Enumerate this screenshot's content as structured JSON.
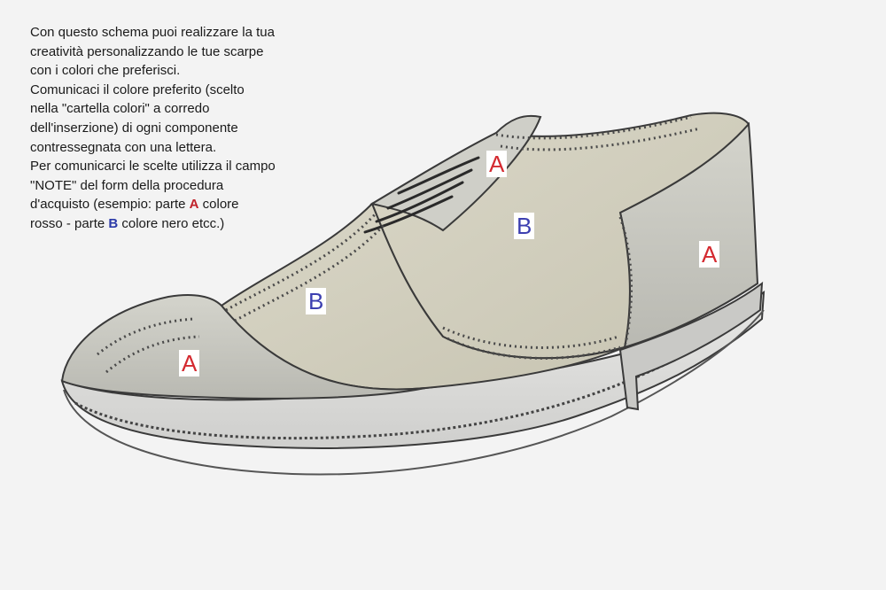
{
  "instructions": {
    "lines": [
      "Con questo schema puoi realizzare la tua",
      "creatività personalizzando le tue scarpe",
      "con i colori che preferisci.",
      "Comunicaci il colore preferito (scelto",
      "nella \"cartella colori\" a corredo",
      "dell'inserzione) di ogni componente",
      "contressegnata con una lettera.",
      "Per comunicarci le scelte utilizza il campo",
      "\"NOTE\" del form della procedura",
      "d'acquisto (esempio: parte "
    ],
    "example_part_a": "A",
    "example_text_a": " colore",
    "example_line2_prefix": "rosso - parte ",
    "example_part_b": "B",
    "example_line2_suffix": " colore nero etcc.)"
  },
  "part_labels": {
    "vamp_top": "A",
    "quarter_upper": "B",
    "heel_counter": "A",
    "vamp_side": "B",
    "toe_cap": "A"
  },
  "colors": {
    "label_a": "#d42a30",
    "label_b": "#3c3fb0",
    "background": "#f3f3f3"
  }
}
